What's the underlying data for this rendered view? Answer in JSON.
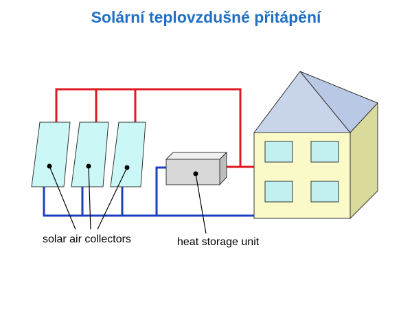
{
  "title": "Solární teplovzdušné přitápění",
  "labels": {
    "collectors": "solar air collectors",
    "storage": "heat storage unit"
  },
  "colors": {
    "title": "#1f6fc4",
    "hot_pipe": "#e0191f",
    "cold_pipe": "#1a3fbf",
    "collector_fill": "#ccf7f7",
    "house_wall": "#fafac8",
    "house_side": "#dada9c",
    "roof": "#c8d4ea",
    "window": "#c2f0f0",
    "storage_front": "#d8d8d8"
  }
}
